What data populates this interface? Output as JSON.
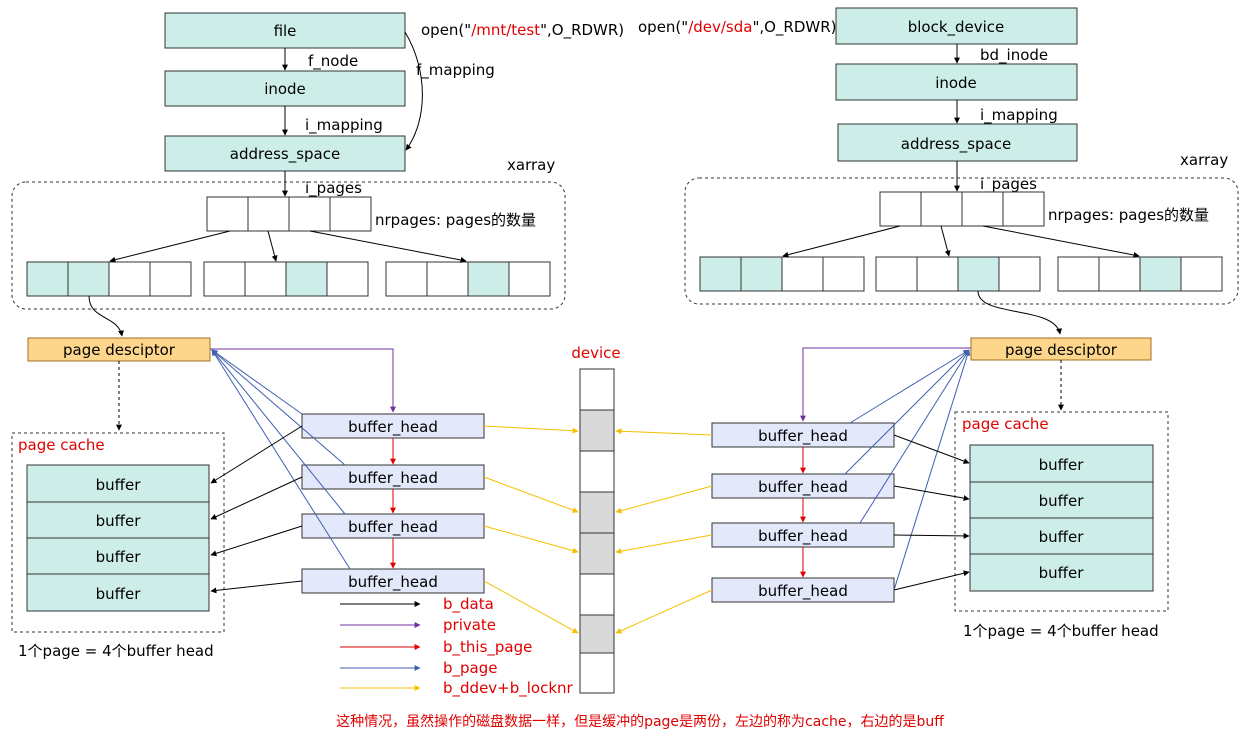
{
  "left": {
    "file": "file",
    "inode": "inode",
    "address_space": "address_space",
    "open_prefix": "open(\"",
    "open_path": "/mnt/test",
    "open_suffix": "\",O_RDWR)",
    "f_node": "f_node",
    "i_mapping": "i_mapping",
    "f_mapping": "f_mapping",
    "i_pages": "i_pages",
    "xarray": "xarray",
    "nrpages": "nrpages:  pages的数量",
    "page_descriptor": "page desciptor",
    "page_cache": "page cache",
    "buffers": [
      "buffer",
      "buffer",
      "buffer",
      "buffer"
    ],
    "buffer_heads": [
      "buffer_head",
      "buffer_head",
      "buffer_head",
      "buffer_head"
    ],
    "note": "1个page = 4个buffer head"
  },
  "right": {
    "block_device": "block_device",
    "inode": "inode",
    "address_space": "address_space",
    "open_prefix": "open(\"",
    "open_path": "/dev/sda",
    "open_suffix": "\",O_RDWR)",
    "bd_inode": "bd_inode",
    "i_mapping": "i_mapping",
    "i_pages": "i_pages",
    "xarray": "xarray",
    "nrpages": "nrpages:  pages的数量",
    "page_descriptor": "page desciptor",
    "page_cache": "page cache",
    "buffers": [
      "buffer",
      "buffer",
      "buffer",
      "buffer"
    ],
    "buffer_heads": [
      "buffer_head",
      "buffer_head",
      "buffer_head",
      "buffer_head"
    ],
    "note": "1个page = 4个buffer head"
  },
  "device": {
    "label": "device"
  },
  "legend": [
    {
      "label": "b_data",
      "color": "#000000"
    },
    {
      "label": "private",
      "color": "#7030a0"
    },
    {
      "label": "b_this_page",
      "color": "#e00000"
    },
    {
      "label": "b_page",
      "color": "#4060b0"
    },
    {
      "label": "b_ddev+b_locknr",
      "color": "#f5c000"
    }
  ],
  "caption": "这种情况，虽然操作的磁盘数据一样，但是缓冲的page是两份，左边的称为cache，右边的是buff",
  "colors": {
    "teal_box": "#cdeee8",
    "orange_box": "#fdd68b",
    "blue_box": "#e3e8fb",
    "device_gray": "#d9d9d9",
    "label_red": "#e00000"
  }
}
